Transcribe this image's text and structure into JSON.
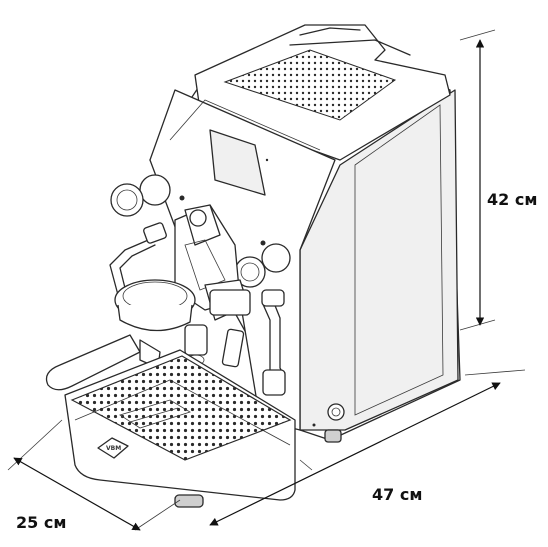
{
  "dimensions": {
    "height_label": "42 см",
    "width_label": "47 см",
    "depth_label": "25 см"
  },
  "brand_badge": "VBM"
}
